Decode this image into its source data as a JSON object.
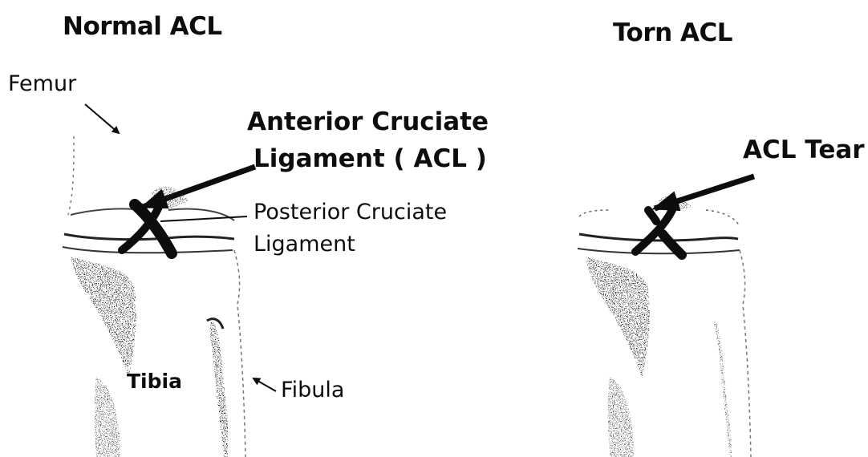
{
  "panels": {
    "normal": {
      "title": "Normal ACL",
      "labels": {
        "femur": "Femur",
        "acl_line1": "Anterior Cruciate",
        "acl_line2": "Ligament ( ACL )",
        "pcl_line1": "Posterior Cruciate",
        "pcl_line2": "Ligament",
        "tibia": "Tibia",
        "fibula": "Fibula"
      }
    },
    "torn": {
      "title": "Torn ACL",
      "labels": {
        "acl_tear": "ACL Tear"
      }
    }
  },
  "colors": {
    "background": "#ffffff",
    "ink": "#0d0d0d",
    "bone_shadow": "#3a3a3a"
  }
}
